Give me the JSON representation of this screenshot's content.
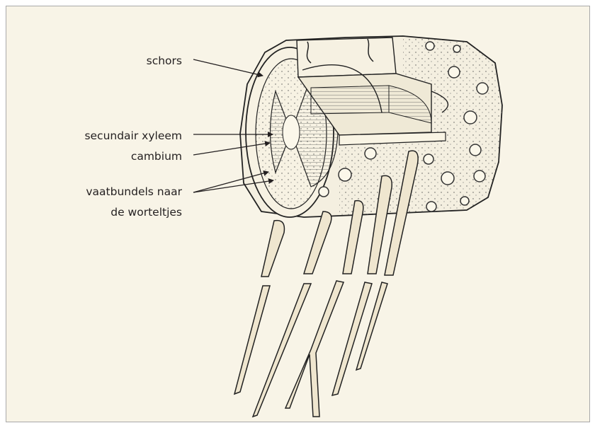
{
  "figure": {
    "background_color": "#f8f4e7",
    "border_color": "#a9a9a9",
    "ink_color": "#231f20",
    "labels": {
      "schors": "schors",
      "secundair_xyleem": "secundair xyleem",
      "cambium": "cambium",
      "vaatbundels_line1": "vaatbundels naar",
      "vaatbundels_line2": "de worteltjes"
    }
  }
}
